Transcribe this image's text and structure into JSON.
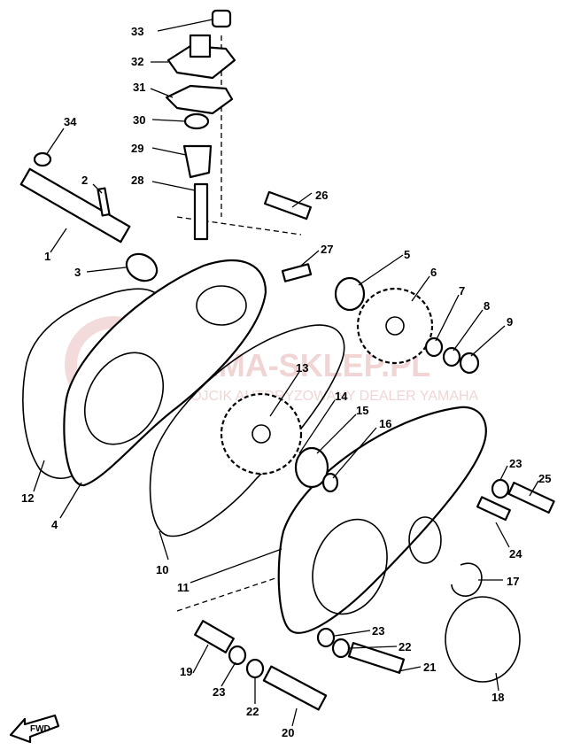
{
  "watermark": {
    "title": "YAMA-SKLEP.PL",
    "subtitle": "WOJCIK AUTORYZOWANY DEALER YAMAHA"
  },
  "arrow_label": "FWD",
  "callouts": [
    {
      "id": "c33",
      "n": "33"
    },
    {
      "id": "c32",
      "n": "32"
    },
    {
      "id": "c31",
      "n": "31"
    },
    {
      "id": "c30",
      "n": "30"
    },
    {
      "id": "c29",
      "n": "29"
    },
    {
      "id": "c28",
      "n": "28"
    },
    {
      "id": "c34",
      "n": "34"
    },
    {
      "id": "c2",
      "n": "2"
    },
    {
      "id": "c1",
      "n": "1"
    },
    {
      "id": "c3",
      "n": "3"
    },
    {
      "id": "c26",
      "n": "26"
    },
    {
      "id": "c27",
      "n": "27"
    },
    {
      "id": "c5",
      "n": "5"
    },
    {
      "id": "c6",
      "n": "6"
    },
    {
      "id": "c7",
      "n": "7"
    },
    {
      "id": "c8",
      "n": "8"
    },
    {
      "id": "c9",
      "n": "9"
    },
    {
      "id": "c13",
      "n": "13"
    },
    {
      "id": "c14",
      "n": "14"
    },
    {
      "id": "c15",
      "n": "15"
    },
    {
      "id": "c16",
      "n": "16"
    },
    {
      "id": "c12",
      "n": "12"
    },
    {
      "id": "c4",
      "n": "4"
    },
    {
      "id": "c10",
      "n": "10"
    },
    {
      "id": "c11",
      "n": "11"
    },
    {
      "id": "c23a",
      "n": "23"
    },
    {
      "id": "c25",
      "n": "25"
    },
    {
      "id": "c24",
      "n": "24"
    },
    {
      "id": "c17",
      "n": "17"
    },
    {
      "id": "c23b",
      "n": "23"
    },
    {
      "id": "c22a",
      "n": "22"
    },
    {
      "id": "c21",
      "n": "21"
    },
    {
      "id": "c18",
      "n": "18"
    },
    {
      "id": "c19",
      "n": "19"
    },
    {
      "id": "c23c",
      "n": "23"
    },
    {
      "id": "c22b",
      "n": "22"
    },
    {
      "id": "c20",
      "n": "20"
    }
  ]
}
